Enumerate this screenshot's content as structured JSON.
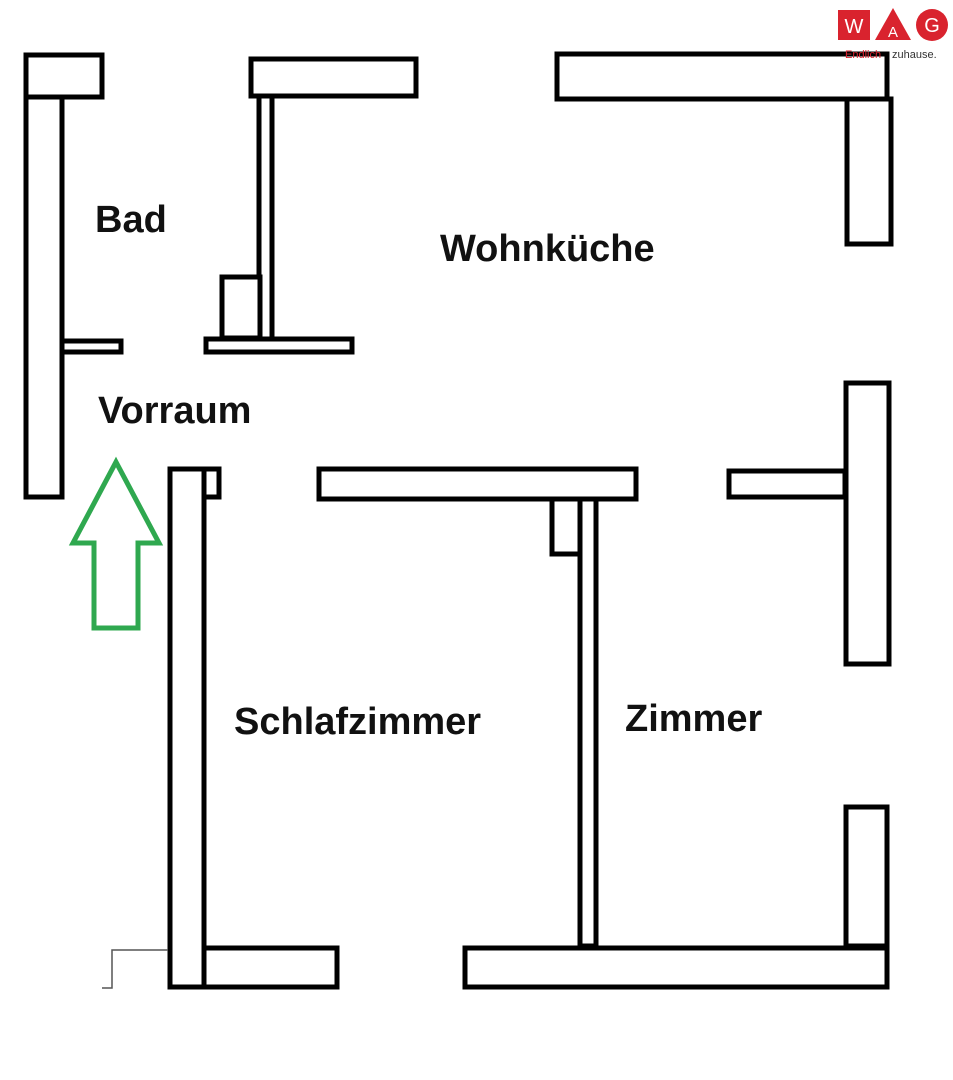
{
  "rooms": {
    "bad": "Bad",
    "wohnkueche": "Wohnküche",
    "vorraum": "Vorraum",
    "schlafzimmer": "Schlafzimmer",
    "zimmer": "Zimmer"
  },
  "logo": {
    "letters": [
      "W",
      "A",
      "G"
    ],
    "tagline_a": "Endlich",
    "tagline_b": "zuhause.",
    "color": "#d9232e"
  },
  "colors": {
    "wall": "#000000",
    "arrow": "#2fa84f"
  },
  "entrance_arrow": {
    "direction": "up"
  }
}
